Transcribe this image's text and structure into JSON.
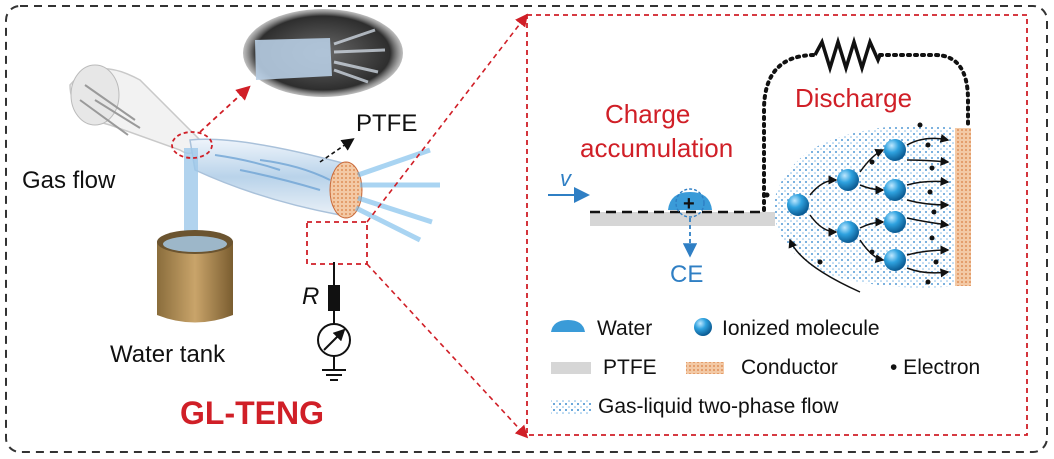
{
  "left_panel": {
    "label_gas_flow": "Gas flow",
    "label_ptfe": "PTFE",
    "label_water_tank": "Water tank",
    "label_r": "R",
    "title": "GL-TENG"
  },
  "right_panel": {
    "label_charge_line1": "Charge",
    "label_charge_line2": "accumulation",
    "label_discharge": "Discharge",
    "label_v": "v",
    "label_plus": "+",
    "label_ce": "CE"
  },
  "legend": {
    "water": "Water",
    "ionized": "Ionized molecule",
    "ptfe": "PTFE",
    "conductor": "Conductor",
    "electron": "• Electron",
    "two_phase": "Gas-liquid two-phase flow"
  },
  "colors": {
    "red": "#d01f27",
    "blue": "#2f7fc4",
    "frame": "#333333"
  }
}
